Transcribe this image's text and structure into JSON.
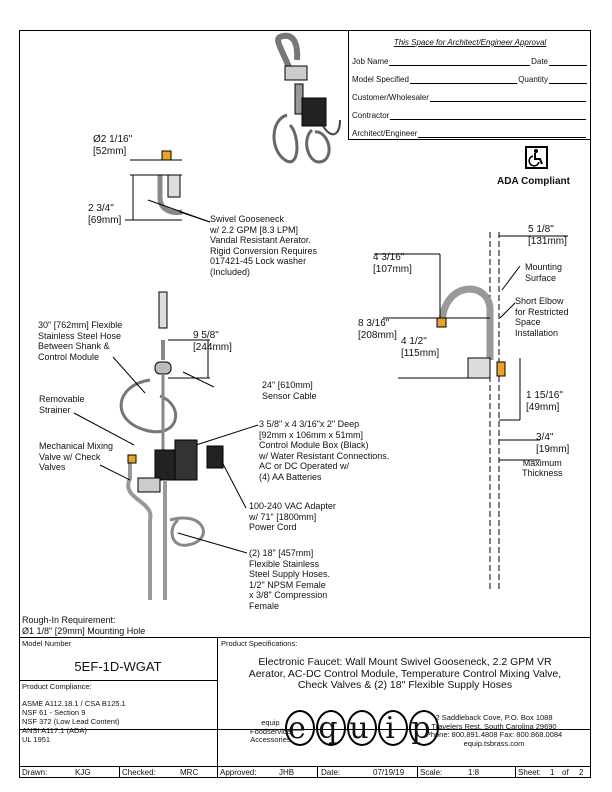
{
  "approval": {
    "title": "This Space for Architect/Engineer Approval",
    "job_name": "Job Name",
    "date": "Date",
    "model_specified": "Model Specified",
    "quantity": "Quantity",
    "customer": "Customer/Wholesaler",
    "contractor": "Contractor",
    "architect": "Architect/Engineer"
  },
  "ada": {
    "label": "ADA Compliant",
    "icon": "wheelchair-icon"
  },
  "dims": {
    "d1_in": "Ø2 1/16\"",
    "d1_mm": "[52mm]",
    "d2_in": "2 3/4\"",
    "d2_mm": "[69mm]",
    "d3_in": "9 5/8\"",
    "d3_mm": "[244mm]",
    "d4_in": "4 3/16\"",
    "d4_mm": "[107mm]",
    "d5_in": "5 1/8\"",
    "d5_mm": "[131mm]",
    "d6_in": "8 3/16\"",
    "d6_mm": "[208mm]",
    "d7_in": "4 1/2\"",
    "d7_mm": "[115mm]",
    "d8_in": "1 15/16\"",
    "d8_mm": "[49mm]",
    "d9_in": "3/4\"",
    "d9_mm": "[19mm]",
    "d9_note": "Maximum\nThickness"
  },
  "callouts": {
    "gooseneck": "Swivel Gooseneck\nw/ 2.2 GPM [8.3 LPM]\nVandal Resistant Aerator.\nRigid Conversion Requires\n017421-45 Lock washer\n(Included)",
    "hose": "30\" [762mm] Flexible\nStainless Steel Hose\nBetween Shank &\nControl Module",
    "sensor": "24\" [610mm]\nSensor Cable",
    "strainer": "Removable\nStrainer",
    "mixing": "Mechanical Mixing\nValve w/ Check\nValves",
    "control": "3 5/8\" x 4 3/16\"x 2\" Deep\n[92mm x 106mm x 51mm]\nControl Module Box (Black)\nw/ Water Resistant Connections.\nAC or DC Operated w/\n(4) AA Batteries",
    "adapter": "100-240 VAC Adapter\nw/ 71\" [1800mm]\nPower Cord",
    "supply": "(2) 18\" [457mm]\nFlexible Stainless\nSteel Supply Hoses.\n1/2\" NPSM Female\nx 3/8\" Compression\nFemale",
    "mounting_surface": "Mounting\nSurface",
    "short_elbow": "Short Elbow\nfor Restricted\nSpace\nInstallation",
    "rough_in": "Rough-In Requirement:\nØ1 1/8\" [29mm] Mounting Hole"
  },
  "titleblock": {
    "model_number_label": "Model Number",
    "model_number": "5EF-1D-WGAT",
    "specs_label": "Product Specifications:",
    "specs": "Electronic Faucet: Wall Mount Swivel Gooseneck, 2.2 GPM VR\nAerator, AC-DC Control Module, Temperature Control Mixing Valve,\nCheck Valves & (2) 18\" Flexible Supply Hoses",
    "compliance_label": "Product Compliance:",
    "compliance": "ASME A112.18.1 / CSA B125.1\nNSF 61 - Section 9\nNSF 372 (Low Lead Content)\nANSI A117.1 (ADA)\nUL 1951",
    "equip_small": "equip\nFoodservice\nAccessories",
    "logo": "equip",
    "address": "2 Saddleback Cove, P.O. Box 1088\nTravelers Rest, South Carolina 29690\nPhone: 800.891.4808  Fax: 800.868.0084\nequip.tsbrass.com",
    "drawn_label": "Drawn:",
    "drawn": "KJG",
    "checked_label": "Checked:",
    "checked": "MRC",
    "approved_label": "Approved:",
    "approved": "JHB",
    "date_label": "Date:",
    "date": "07/19/19",
    "scale_label": "Scale:",
    "scale": "1:8",
    "sheet_label": "Sheet:",
    "sheet": "1",
    "sheet_of": "of",
    "sheet_total": "2"
  }
}
